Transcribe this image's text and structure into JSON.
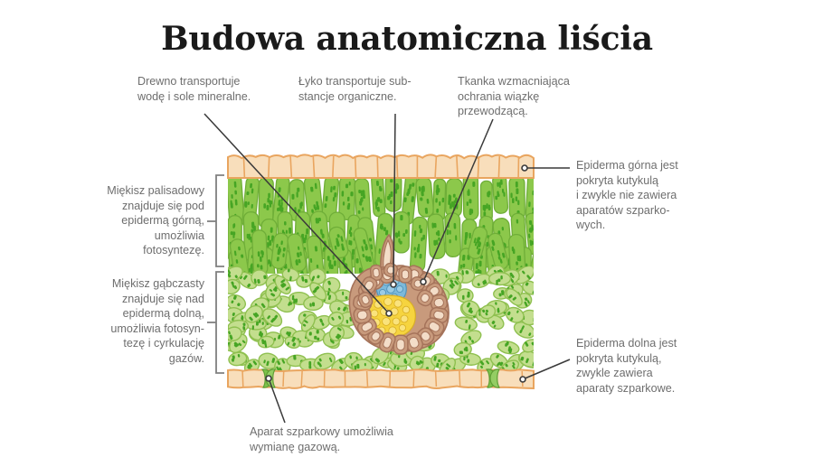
{
  "page": {
    "title": "Budowa anatomiczna liścia",
    "background": "#ffffff",
    "text_color": "#6e6e6e",
    "title_color": "#1a1a1a"
  },
  "labels": {
    "xylem": "Drewno transportuje\nwodę i sole mineralne.",
    "phloem": "Łyko transportuje sub-\nstancje organiczne.",
    "sclerenchyma": "Tkanka wzmacniająca\nochrania wiązkę\nprzewodzącą.",
    "palisade": "Miękisz palisadowy\nznajduje się pod\nepidermą górną,\numożliwia\nfotosyntezę.",
    "spongy": "Miękisz gąbczasty\nznajduje się nad\nepidermą dolną,\numożliwia fotosyn-\ntezę i cyrkulację\ngazów.",
    "upper_epidermis": "Epiderma górna jest\npokryta kutykulą\ni zwykle nie zawiera\naparatów szparko-\nwych.",
    "lower_epidermis": "Epiderma dolna jest\npokryta kutykulą,\nzwykle zawiera\naparaty szparkowe.",
    "stoma": "Aparat szparkowy umożliwia\nwymianę gazową."
  },
  "colors": {
    "epidermis_fill": "#f8debb",
    "epidermis_stroke": "#e9a55f",
    "palisade_fill": "#8cc84b",
    "palisade_stroke": "#6fae38",
    "chloroplast": "#46a524",
    "spongy_fill": "#c3de8e",
    "spongy_stroke": "#8fc050",
    "sclerenchyma_fill": "#c89a7c",
    "sclerenchyma_stroke": "#a5735a",
    "sclerenchyma_lumen": "#f3ddc8",
    "phloem": "#7cb9da",
    "phloem_stroke": "#4f93bb",
    "xylem": "#f6d43f",
    "xylem_stroke": "#d8ae23",
    "guard_cell": "#7dc24a",
    "leader_line": "#3a3a3a",
    "bracket": "#808080"
  }
}
